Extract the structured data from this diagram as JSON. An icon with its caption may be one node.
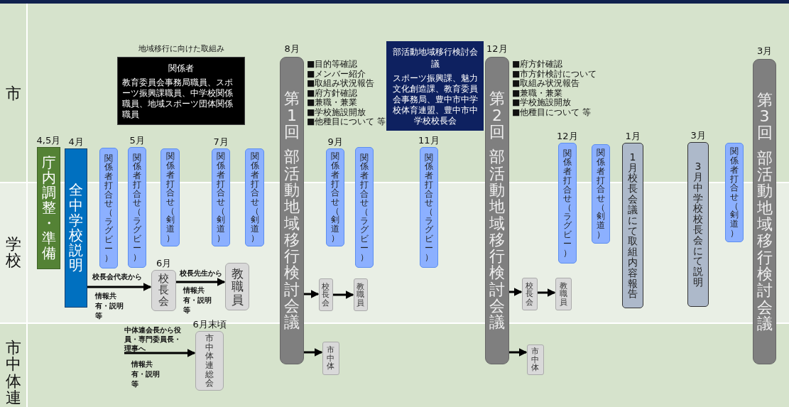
{
  "diagram": {
    "nodes": [
      {
        "text": [
          "関係者",
          "教育委員会事務局職員、スポーツ振興課職員、中学校関係職員、地域スポーツ団体関係職員"
        ],
        "beside": [
          "地域移行に向けた取組み"
        ]
      },
      {
        "text": [
          "部活動地域移行検討会議",
          "スポーツ振興課、魅力文化創造課、教育委員会事務局、豊中市中学校体育連盟、豊中市中学校校長会"
        ]
      },
      {
        "text": [
          "庁内調整・準備"
        ],
        "beside": [
          "4,5月"
        ]
      },
      {
        "text": [
          "全中学校説明"
        ],
        "beside": [
          "4月"
        ]
      },
      {
        "text": [
          "関係者打合せ",
          "（ラグビー）"
        ]
      },
      {
        "text": [
          "関係者打合せ",
          "（ラグビー）"
        ],
        "beside": [
          "5月"
        ]
      },
      {
        "text": [
          "関係者打合せ",
          "（剣道）"
        ]
      },
      {
        "text": [
          "関係者打合せ",
          "（剣道）"
        ],
        "beside": [
          "7月"
        ]
      },
      {
        "text": [
          "関係者打合せ",
          "（剣道）"
        ]
      },
      {
        "text": [
          "第1回",
          "部活動地域移行検討会議"
        ],
        "beside": [
          "8月",
          "■目的等確認",
          "■メンバー紹介",
          "■取組み状況報告",
          "■府方針確認",
          "■兼職・兼業",
          "■学校施設開放",
          "■他種目について 等"
        ]
      },
      {
        "text": [
          "関係者打合せ",
          "（剣道）"
        ],
        "beside": [
          "9月"
        ]
      },
      {
        "text": [
          "関係者打合せ",
          "（ラグビー）"
        ]
      },
      {
        "text": [
          "関係者打合せ",
          "（ラグビー）"
        ],
        "beside": [
          "11月"
        ]
      },
      {
        "text": [
          "第2回",
          "部活動地域移行検討会議"
        ],
        "beside": [
          "12月",
          "■府方針確認",
          "■市方針検討について",
          "■取組み状況報告",
          "■兼職・兼業",
          "■学校施設開放",
          "■他種目について 等"
        ]
      },
      {
        "text": [
          "関係者打合せ",
          "（ラグビー）"
        ],
        "beside": [
          "12月"
        ]
      },
      {
        "text": [
          "関係者打合せ",
          "（剣道）"
        ]
      },
      {
        "text": [
          "1月校長会議にて取組内容報告"
        ],
        "beside": [
          "1月"
        ]
      },
      {
        "text": [
          "3月中学校校長会にて説明"
        ],
        "beside": [
          "3月"
        ]
      },
      {
        "text": [
          "関係者打合せ",
          "（剣道）"
        ]
      },
      {
        "text": [
          "第3回",
          "部活動地域移行検討会議"
        ],
        "beside": [
          "3月"
        ]
      },
      {
        "text": [
          "校長会"
        ],
        "beside": [
          "6月"
        ]
      },
      {
        "text": [
          "教職員"
        ]
      },
      {
        "text": [
          "市中体連総会"
        ],
        "beside": [
          "6月末頃"
        ]
      },
      {
        "text": [
          "校長会"
        ]
      },
      {
        "text": [
          "教職員"
        ]
      },
      {
        "text": [
          "市中体"
        ]
      },
      {
        "text": [
          "校長会"
        ]
      },
      {
        "text": [
          "教職員"
        ]
      },
      {
        "text": [
          "市中体"
        ]
      }
    ],
    "edges": [
      {
        "from": 3,
        "to": 20,
        "arrow": "to",
        "label": "校長会代表から"
      },
      {
        "from": 20,
        "to": 21,
        "arrow": "to",
        "label": "校長先生から"
      },
      {
        "from": null,
        "to": 22,
        "arrow": "to",
        "label": "中体連会長から役員・専門委員長・理事へ"
      },
      {
        "from": 9,
        "to": 23,
        "arrow": "to"
      },
      {
        "from": 23,
        "to": 24,
        "arrow": "to"
      },
      {
        "from": 9,
        "to": 25,
        "arrow": "to"
      },
      {
        "from": 13,
        "to": 26,
        "arrow": "to"
      },
      {
        "from": 26,
        "to": 27,
        "arrow": "to"
      },
      {
        "from": 13,
        "to": 28,
        "arrow": "to"
      }
    ],
    "labels": [
      "市",
      "学校",
      "市中体連",
      "情報共有・説明等",
      "情報共有・説明等",
      "情報共有・説明等"
    ]
  }
}
